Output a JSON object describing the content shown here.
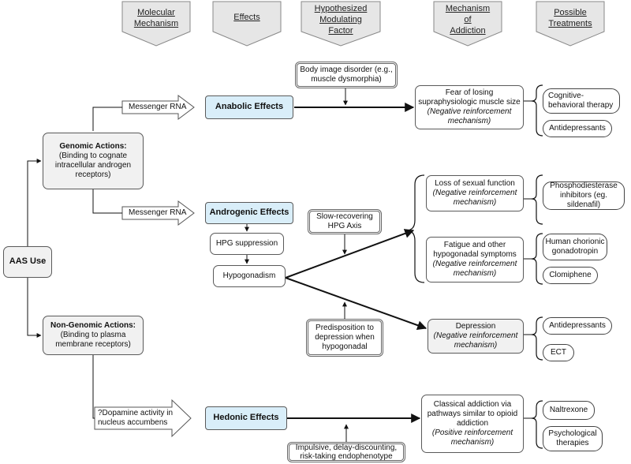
{
  "headers": {
    "molecular": [
      "Molecular",
      "Mechanism"
    ],
    "effects": [
      "Effects"
    ],
    "modulating": [
      "Hypothesized",
      "Modulating",
      "Factor"
    ],
    "addiction": [
      "Mechanism",
      "of",
      "Addiction"
    ],
    "treatments": [
      "Possible",
      "Treatments"
    ]
  },
  "aas_use": "AAS Use",
  "genomic": {
    "title": "Genomic Actions:",
    "desc": "(Binding to cognate intracellular androgen receptors)"
  },
  "nongenomic": {
    "title": "Non-Genomic Actions:",
    "desc": "(Binding to plasma membrane receptors)"
  },
  "arrows": {
    "mrna_anabolic": "Messenger RNA",
    "mrna_androgenic": "Messenger RNA",
    "dopamine": "?Dopamine activity in nucleus accumbens"
  },
  "effects": {
    "anabolic": "Anabolic Effects",
    "androgenic": "Androgenic Effects",
    "hedonic": "Hedonic Effects"
  },
  "hpg_suppression": "HPG suppression",
  "hypogonadism": "Hypogonadism",
  "modulators": {
    "body_image": "Body image disorder (e.g., muscle dysmorphia)",
    "hpg_axis": "Slow-recovering HPG Axis",
    "depression_predisposition": "Predisposition to depression when hypogonadal",
    "impulsive": "Impulsive, delay-discounting, risk-taking endophenotype"
  },
  "mechanisms": {
    "fear": {
      "main": "Fear of losing supraphysiologic muscle size",
      "sub": "(Negative reinforcement mechanism)"
    },
    "sexual": {
      "main": "Loss of sexual function",
      "sub": "(Negative reinforcement mechanism)"
    },
    "fatigue": {
      "main": "Fatigue and other hypogonadal symptoms",
      "sub": "(Negative reinforcement mechanism)"
    },
    "depression": {
      "main": "Depression",
      "sub": "(Negative reinforcement mechanism)"
    },
    "classical": {
      "main": "Classical addiction via pathways similar to opioid addiction",
      "sub": "(Positive reinforcement mechanism)"
    }
  },
  "treatments": {
    "cbt": "Cognitive-behavioral therapy",
    "antidep1": "Antidepressants",
    "pde": "Phosphodiesterase inhibitors (eg. sildenafil)",
    "hcg": "Human chorionic gonadotropin",
    "clomiphene": "Clomiphene",
    "antidep2": "Antidepressants",
    "ect": "ECT",
    "naltrexone": "Naltrexone",
    "psych": "Psychological therapies"
  }
}
